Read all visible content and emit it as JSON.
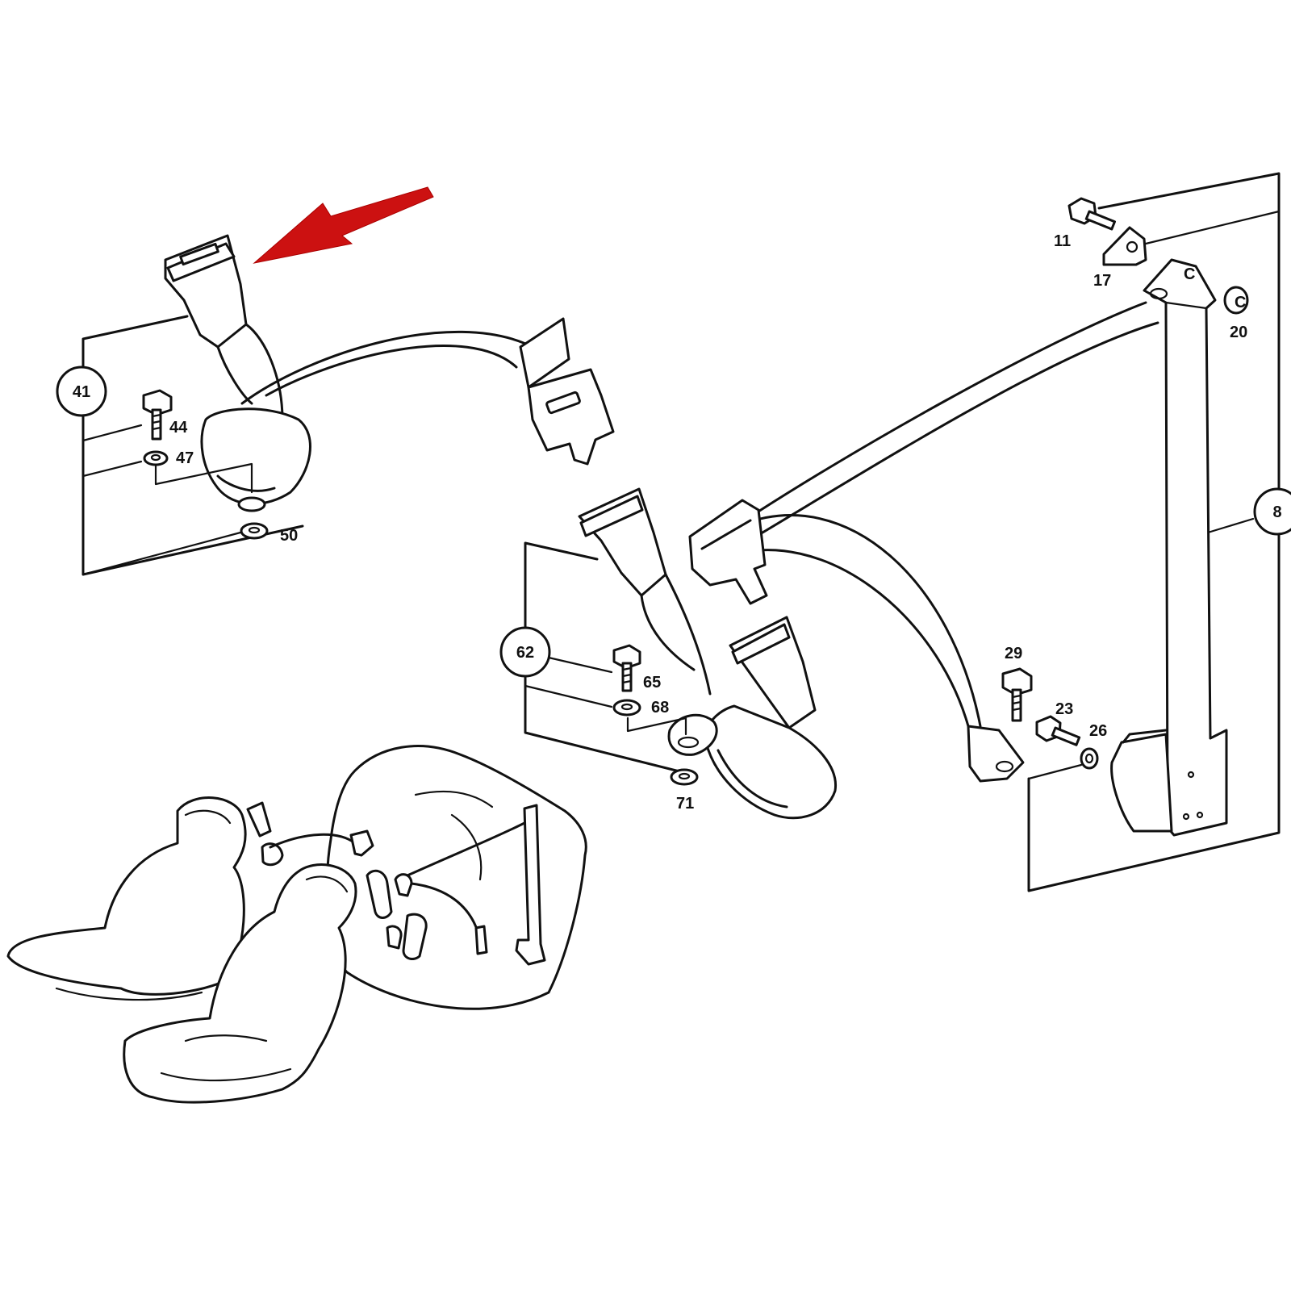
{
  "callouts": {
    "group_41": "41",
    "group_62": "62",
    "group_8": "8"
  },
  "parts": {
    "p11": "11",
    "p17": "17",
    "p20": "20",
    "p44": "44",
    "p47": "47",
    "p50": "50",
    "p65": "65",
    "p68": "68",
    "p71": "71",
    "p29": "29",
    "p23": "23",
    "p26": "26"
  },
  "colors": {
    "arrow": "#cc1111",
    "line": "#111111",
    "background": "#ffffff"
  },
  "icons": {
    "pointer": "red-arrow-icon"
  }
}
